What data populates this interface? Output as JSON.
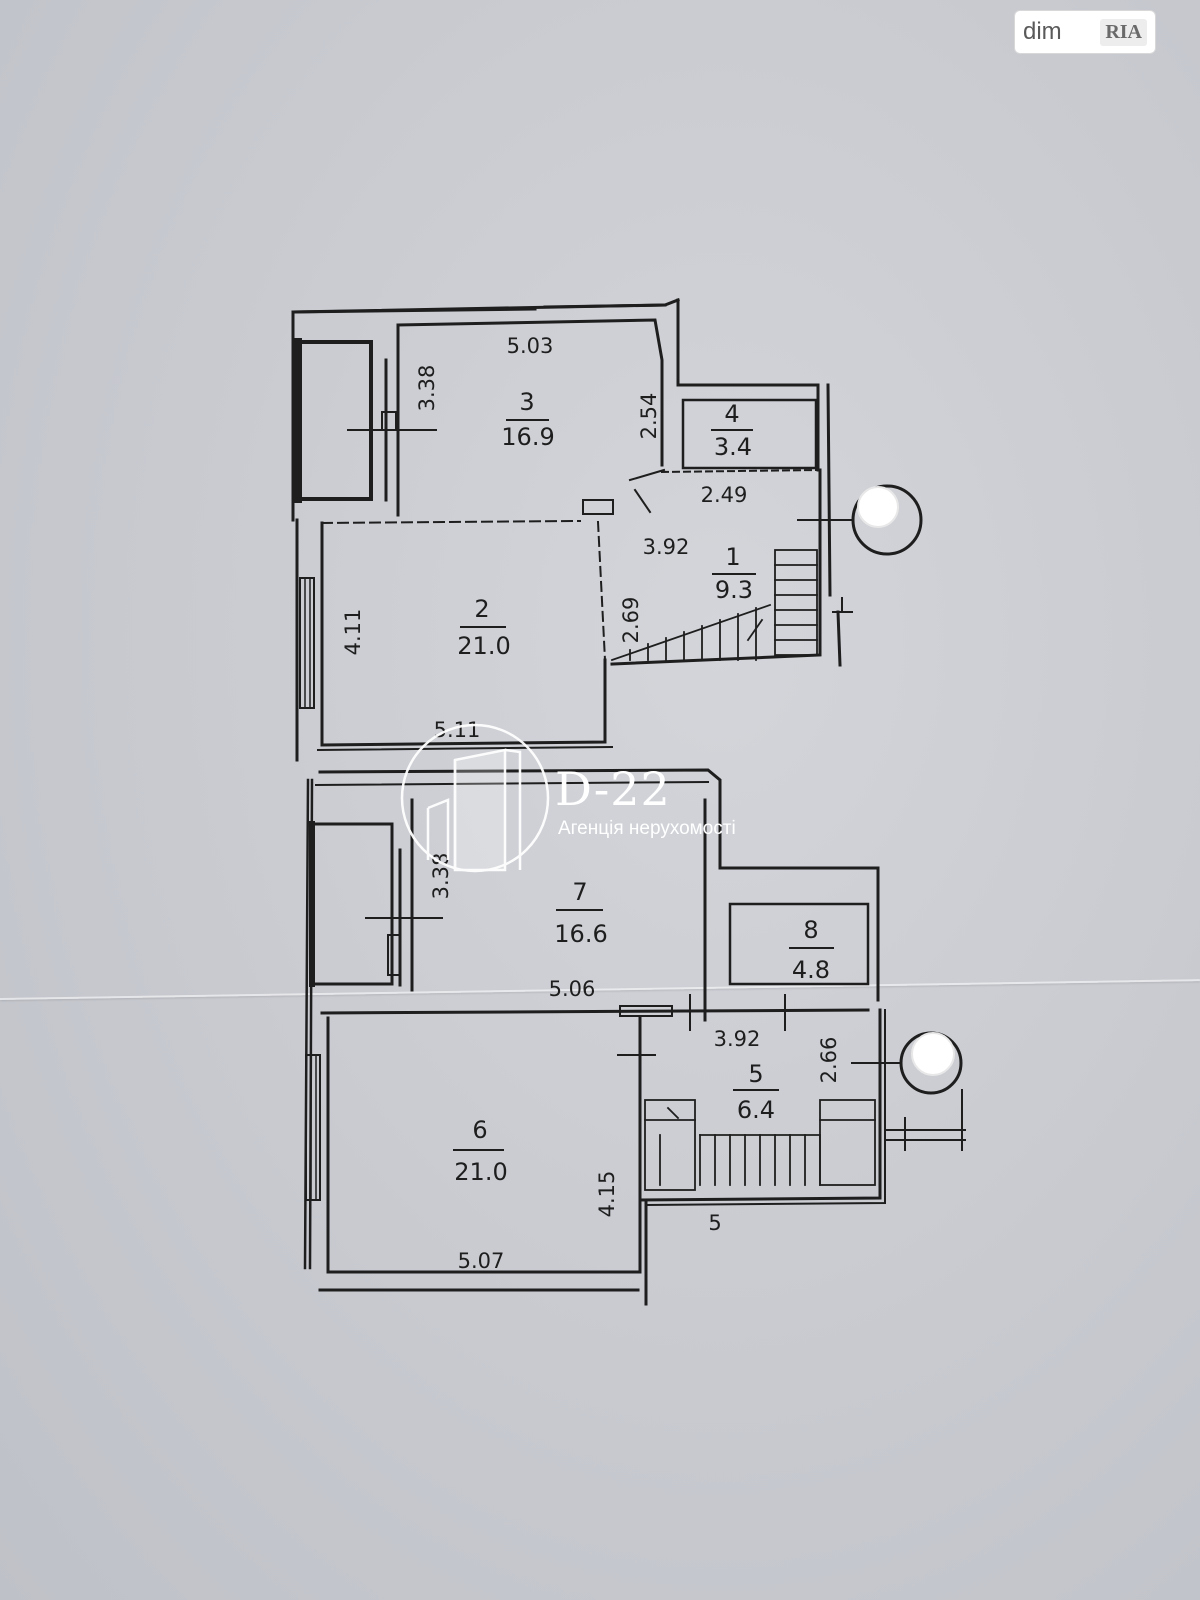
{
  "watermarks": {
    "dim_ria": {
      "dim": "dim",
      "ria": "RIA"
    },
    "agency": {
      "name": "D-22",
      "subtitle": "Агенція нерухомості"
    }
  },
  "upper_floor": {
    "rooms": [
      {
        "id": "room-1",
        "number": "1",
        "area": "9.3"
      },
      {
        "id": "room-2",
        "number": "2",
        "area": "21.0"
      },
      {
        "id": "room-3",
        "number": "3",
        "area": "16.9"
      },
      {
        "id": "room-4",
        "number": "4",
        "area": "3.4"
      }
    ],
    "dimensions": [
      "5.03",
      "3.38",
      "2.54",
      "2.49",
      "3.92",
      "2.69",
      "4.11",
      "5.11"
    ]
  },
  "lower_floor": {
    "rooms": [
      {
        "id": "room-5",
        "number": "5",
        "area": "6.4"
      },
      {
        "id": "room-6",
        "number": "6",
        "area": "21.0"
      },
      {
        "id": "room-7",
        "number": "7",
        "area": "16.6"
      },
      {
        "id": "room-8",
        "number": "8",
        "area": "4.8"
      }
    ],
    "dimensions": [
      "3.38",
      "5.06",
      "3.92",
      "2.66",
      "4.15",
      "5.07"
    ],
    "stair_mark": "5"
  },
  "colors": {
    "line": "#1e1e1e",
    "paper": "#cbcdd3",
    "watermark": "#ffffff"
  }
}
